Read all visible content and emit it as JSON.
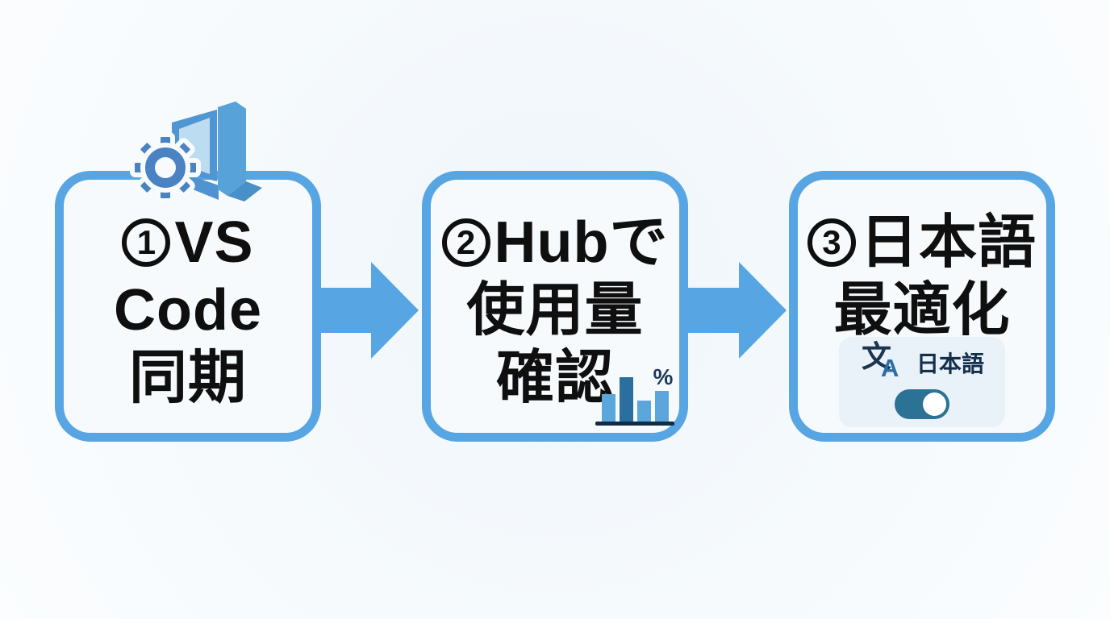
{
  "colors": {
    "accent_blue": "#57a5e3",
    "box_background": "#f6fafd",
    "page_background": "#f3f8fc",
    "text_black": "#0f0f0f",
    "icon_dark_navy": "#1b3550",
    "icon_steel_blue": "#2e6ea6",
    "toggle_teal_blue": "#2b7294",
    "bar_light_blue": "#5ba6da",
    "bar_dark_blue": "#2a6f9e"
  },
  "steps": [
    {
      "number": "1",
      "lines": [
        "VS",
        "Code",
        "同期"
      ],
      "icon": "vscode-gear-icon"
    },
    {
      "number": "2",
      "lines": [
        "Hubで",
        "使用量",
        "確認"
      ],
      "chart_icon": {
        "percent_label": "%",
        "bars": [
          34,
          55,
          26,
          38
        ]
      }
    },
    {
      "number": "3",
      "lines": [
        "日本語",
        "最適化"
      ],
      "language_label": "日本語",
      "toggle_state": "on"
    }
  ],
  "icons": {
    "translate": {
      "primary": "文",
      "secondary": "A"
    }
  },
  "arrows": [
    {
      "from": "step-1",
      "to": "step-2"
    },
    {
      "from": "step-2",
      "to": "step-3"
    }
  ]
}
